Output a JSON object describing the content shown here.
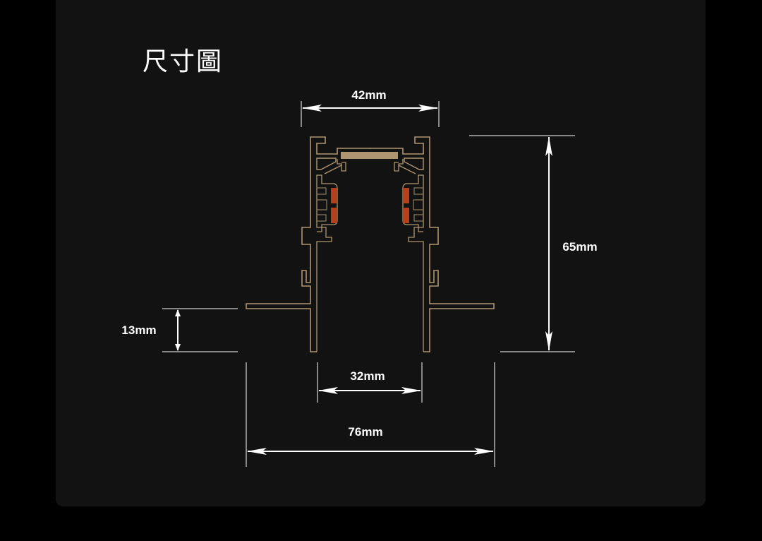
{
  "title": "尺寸圖",
  "dimensions": {
    "top_width": "42mm",
    "height": "65mm",
    "flange_depth": "13mm",
    "inner_width": "32mm",
    "overall_width": "76mm"
  },
  "colors": {
    "profile": "#b09670",
    "contact": "#b5401c",
    "background": "#121212"
  }
}
